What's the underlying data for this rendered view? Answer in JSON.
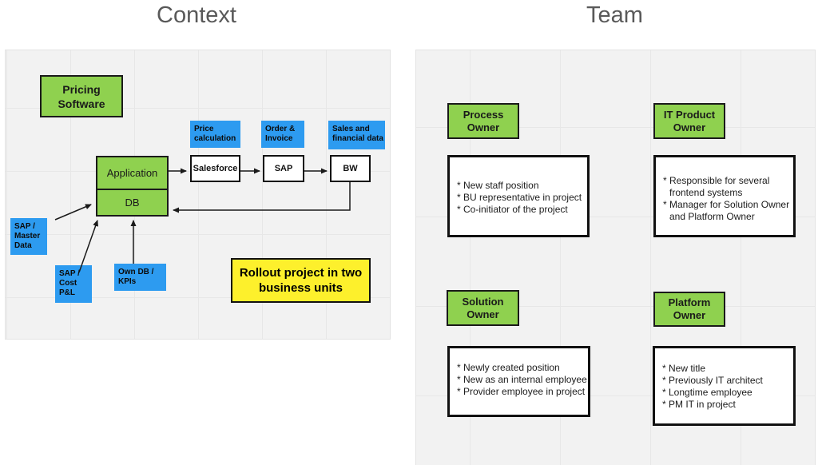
{
  "titles": {
    "context": "Context",
    "team": "Team"
  },
  "colors": {
    "green": "#8fd14f",
    "blue": "#2d9bf0",
    "yellow": "#fdf02c",
    "board_bg": "#f2f2f2"
  },
  "context_board": {
    "pricing_software": "Pricing\nSoftware",
    "application": "Application",
    "db": "DB",
    "price_calculation": "Price\ncalculation",
    "order_invoice": "Order &\nInvoice",
    "sales_financial": "Sales and\nfinancial data",
    "salesforce": "Salesforce",
    "sap": "SAP",
    "bw": "BW",
    "sap_master_data": "SAP /\nMaster\nData",
    "sap_cost_pl": "SAP /\nCost\nP&L",
    "own_db_kpis": "Own DB /\nKPIs",
    "rollout_note": "Rollout project in two\nbusiness units"
  },
  "team_board": {
    "process": {
      "title": "Process\nOwner",
      "lines": [
        "* New staff position",
        "* BU representative in project",
        "* Co-initiator of the project"
      ]
    },
    "it_product": {
      "title": "IT Product\nOwner",
      "lines": [
        "* Responsible for several",
        "frontend systems",
        "* Manager for Solution Owner",
        "and Platform Owner"
      ]
    },
    "solution": {
      "title": "Solution\nOwner",
      "lines": [
        "* Newly created position",
        "* New as an internal employee",
        "* Provider employee in project"
      ]
    },
    "platform": {
      "title": "Platform\nOwner",
      "lines": [
        "* New title",
        "* Previously IT architect",
        "* Longtime employee",
        "* PM IT in project"
      ]
    }
  }
}
